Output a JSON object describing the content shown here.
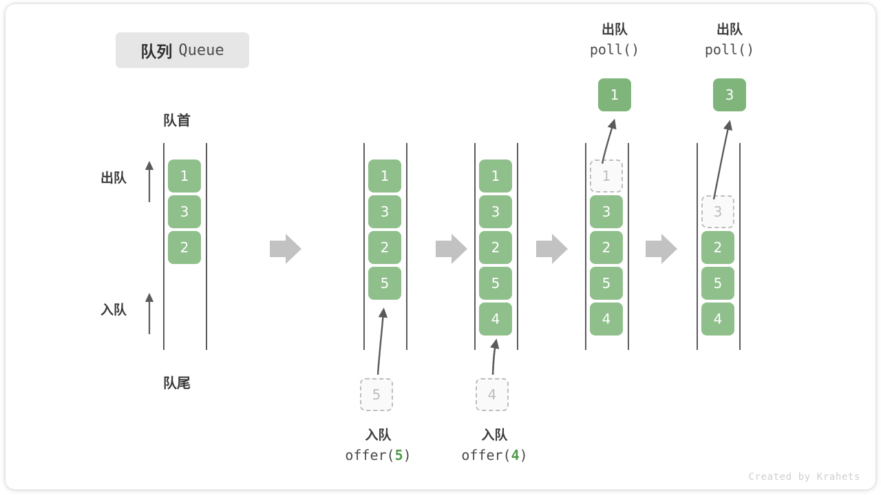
{
  "title": {
    "cn": "队列",
    "en": "Queue"
  },
  "labels": {
    "head": "队首",
    "tail": "队尾",
    "dequeue_side": "出队",
    "enqueue_side": "入队"
  },
  "colors": {
    "cell_green": "#8fbf8b",
    "ghost_border": "#bdbdbd",
    "rail": "#5a5a5a",
    "flow_arrow": "#c2c2c2",
    "accent_text": "#4f9a4a",
    "badge_bg": "#e6e6e6"
  },
  "columns": [
    {
      "name": "initial",
      "cells": [
        "1",
        "3",
        "2"
      ]
    },
    {
      "name": "after-offer-5",
      "cells": [
        "1",
        "3",
        "2",
        "5"
      ]
    },
    {
      "name": "after-offer-4",
      "cells": [
        "1",
        "3",
        "2",
        "5",
        "4"
      ]
    },
    {
      "name": "poll-1",
      "cells": [
        "1",
        "3",
        "2",
        "5",
        "4"
      ],
      "ghost_index": 0
    },
    {
      "name": "poll-3",
      "cells": [
        "3",
        "2",
        "5",
        "4"
      ],
      "ghost_index": 0
    }
  ],
  "operations": {
    "offer5": {
      "cn": "入队",
      "fn": "offer(",
      "arg": "5",
      "close": ")",
      "ghost_value": "5"
    },
    "offer4": {
      "cn": "入队",
      "fn": "offer(",
      "arg": "4",
      "close": ")",
      "ghost_value": "4"
    },
    "poll1": {
      "cn": "出队",
      "fn": "poll()",
      "popped_value": "1"
    },
    "poll2": {
      "cn": "出队",
      "fn": "poll()",
      "popped_value": "3"
    }
  },
  "credit": "Created by Krahets"
}
